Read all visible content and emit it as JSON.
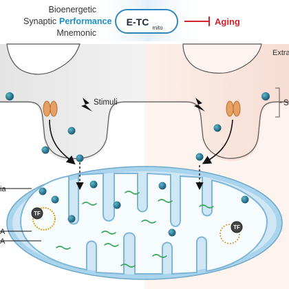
{
  "header": {
    "line1": "Bioenergetic",
    "line2_prefix": "Synaptic",
    "line2_emphasis": "Performance",
    "line3": "Mnemonic",
    "etc_main": "E-TC",
    "etc_sub": "mito",
    "aging": "Aging"
  },
  "labels": {
    "extra": "Extra",
    "stimuli": "Stimuli",
    "s_edge": "S",
    "tf_left": "TF",
    "tf_right": "TF",
    "left_edge_1": "ia",
    "left_edge_2": "A",
    "left_edge_3": "A"
  },
  "colors": {
    "accent_blue": "#1d8fc6",
    "aging_red": "#d2232a",
    "ion_teal": "#1f6f86",
    "channel_orange": "#e6a064",
    "mito_outer_blue": "#a9d4ee",
    "mito_matrix": "#eef7fd",
    "crista_green": "#3aa85a",
    "aged_bg": "#fbe9e0",
    "young_bg": "#e4e4e4"
  }
}
